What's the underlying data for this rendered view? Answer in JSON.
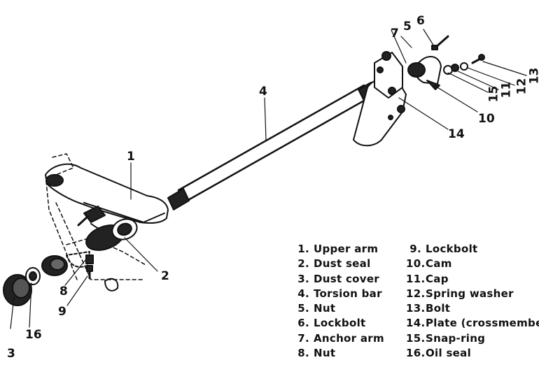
{
  "callouts": [
    "1",
    "2",
    "3",
    "4",
    "5",
    "6",
    "7",
    "8",
    "9",
    "10",
    "11",
    "12",
    "13",
    "14",
    "15",
    "16"
  ],
  "legend": {
    "left": [
      {
        "num": "1.",
        "label": "Upper arm"
      },
      {
        "num": "2.",
        "label": "Dust seal"
      },
      {
        "num": "3.",
        "label": "Dust cover"
      },
      {
        "num": "4.",
        "label": "Torsion bar"
      },
      {
        "num": "5.",
        "label": "Nut"
      },
      {
        "num": "6.",
        "label": "Lockbolt"
      },
      {
        "num": "7.",
        "label": "Anchor arm"
      },
      {
        "num": "8.",
        "label": "Nut"
      }
    ],
    "right": [
      {
        "num": "9.",
        "label": "Lockbolt"
      },
      {
        "num": "10.",
        "label": "Cam"
      },
      {
        "num": "11.",
        "label": "Cap"
      },
      {
        "num": "12.",
        "label": "Spring washer"
      },
      {
        "num": "13.",
        "label": "Bolt"
      },
      {
        "num": "14.",
        "label": "Plate (crossmember)"
      },
      {
        "num": "15.",
        "label": "Snap-ring"
      },
      {
        "num": "16.",
        "label": "Oil seal"
      }
    ]
  }
}
